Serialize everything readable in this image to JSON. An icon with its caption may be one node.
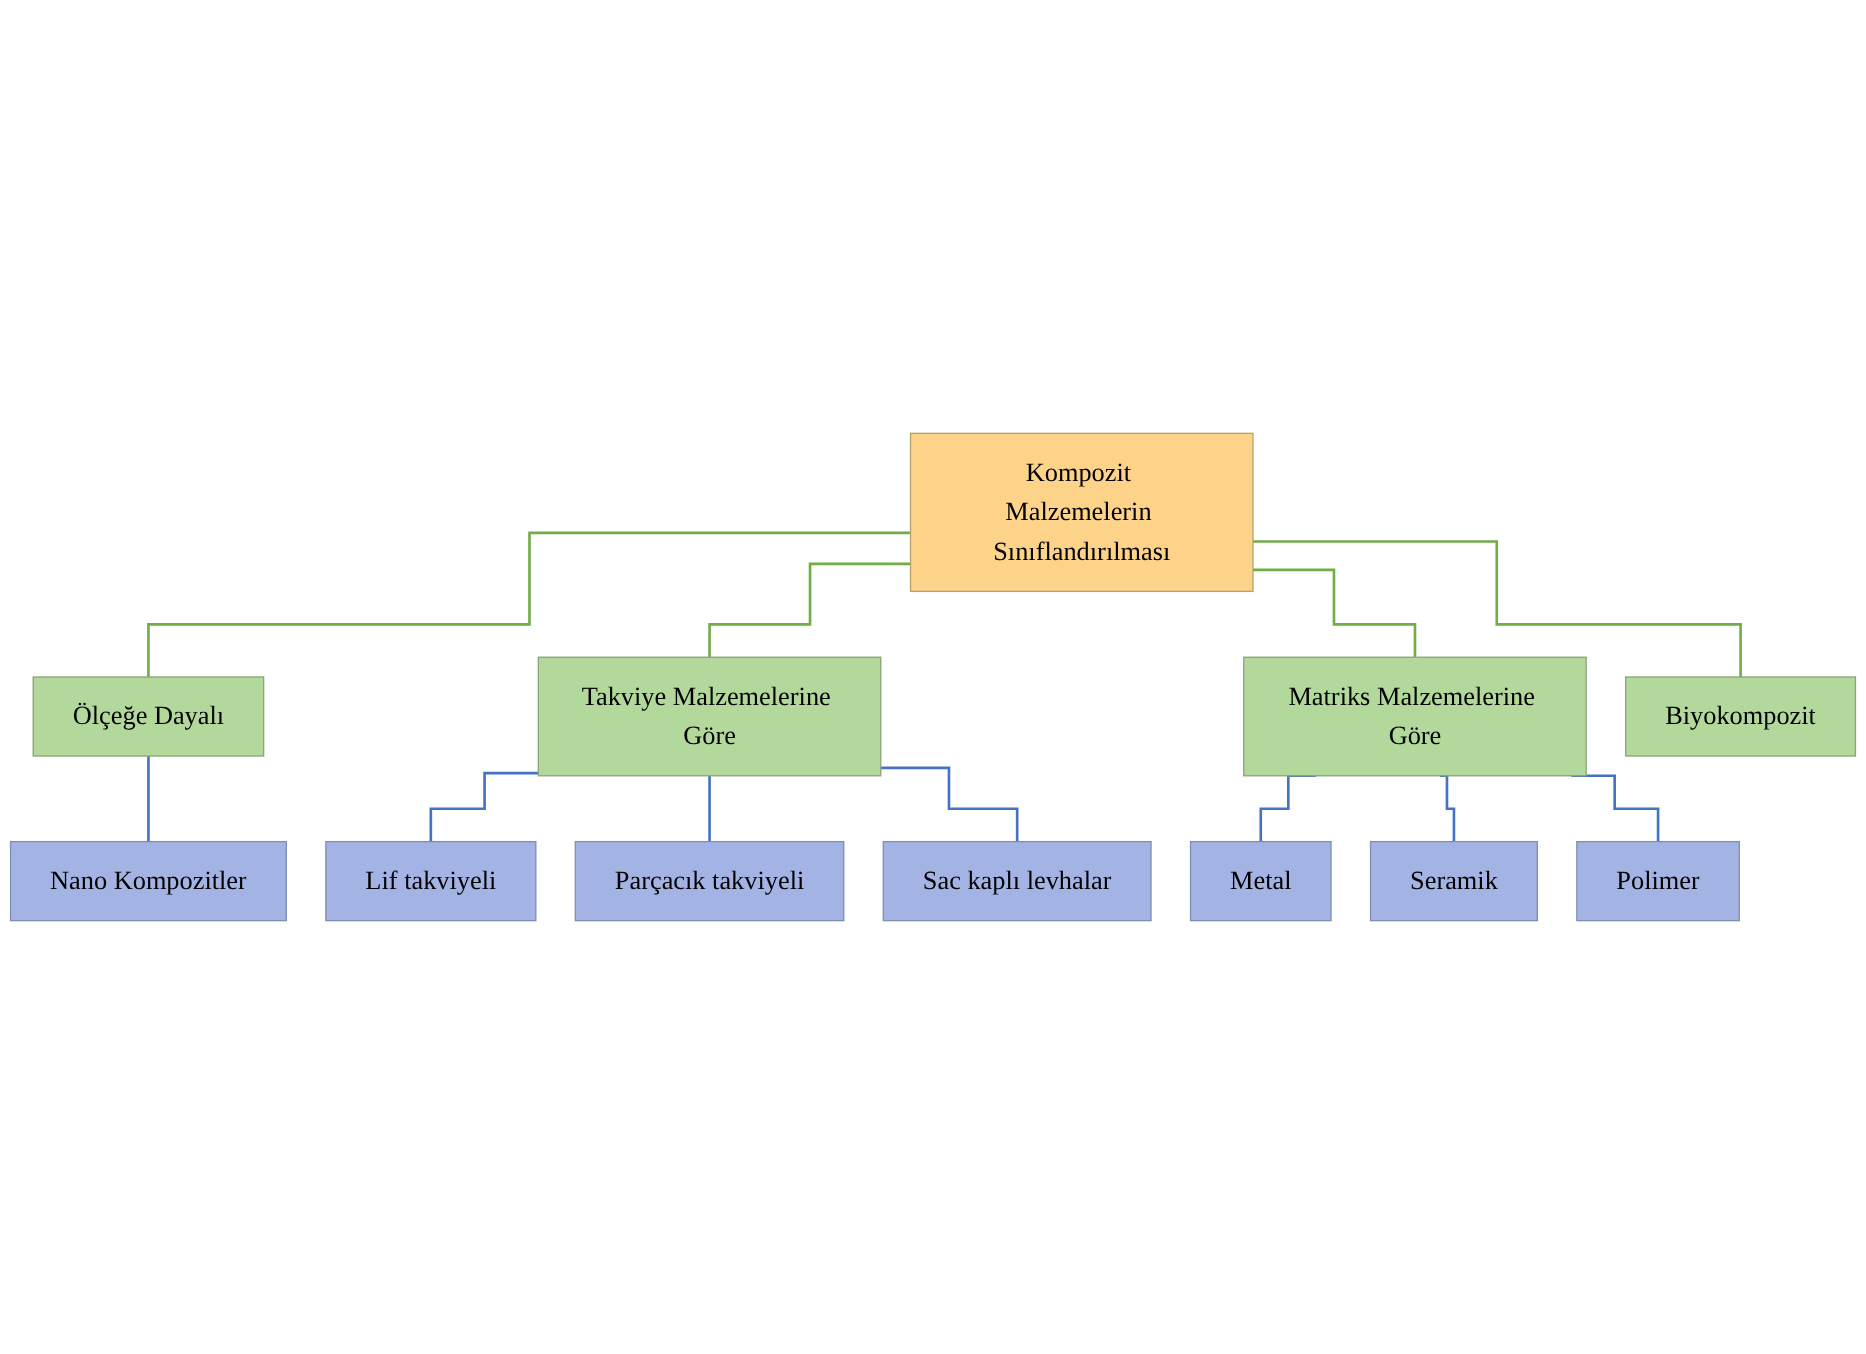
{
  "diagram": {
    "nodes": [
      {
        "text": [
          "Kompozit Malzemelerin Sınıflandırılması"
        ]
      },
      {
        "text": [
          "Ölçeğe Dayalı"
        ]
      },
      {
        "text": [
          "Takviye Malzemelerine Göre"
        ]
      },
      {
        "text": [
          "Matriks Malzemelerine Göre"
        ]
      },
      {
        "text": [
          "Biyokompozit"
        ]
      },
      {
        "text": [
          "Nano Kompozitler"
        ]
      },
      {
        "text": [
          "Lif takviyeli"
        ]
      },
      {
        "text": [
          "Parçacık takviyeli"
        ]
      },
      {
        "text": [
          "Sac kaplı levhalar"
        ]
      },
      {
        "text": [
          "Metal"
        ]
      },
      {
        "text": [
          "Seramik"
        ]
      },
      {
        "text": [
          "Polimer"
        ]
      }
    ],
    "edges": [
      {
        "from": 0,
        "to": 1,
        "arrow": "none",
        "color": "#70ad47"
      },
      {
        "from": 0,
        "to": 2,
        "arrow": "none",
        "color": "#70ad47"
      },
      {
        "from": 0,
        "to": 3,
        "arrow": "none",
        "color": "#70ad47"
      },
      {
        "from": 0,
        "to": 4,
        "arrow": "none",
        "color": "#70ad47"
      },
      {
        "from": 1,
        "to": 5,
        "arrow": "none"
      },
      {
        "from": 2,
        "to": 6,
        "arrow": "none"
      },
      {
        "from": 2,
        "to": 7,
        "arrow": "none"
      },
      {
        "from": 2,
        "to": 8,
        "arrow": "none"
      },
      {
        "from": 3,
        "to": 9,
        "arrow": "none"
      },
      {
        "from": 3,
        "to": 10,
        "arrow": "none"
      },
      {
        "from": 3,
        "to": 11,
        "arrow": "none"
      }
    ]
  }
}
